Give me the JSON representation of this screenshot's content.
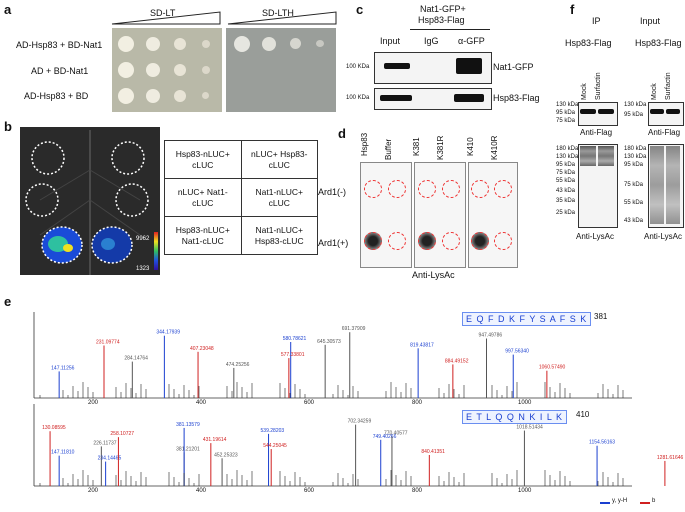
{
  "panels": {
    "a": "a",
    "b": "b",
    "c": "c",
    "d": "d",
    "e": "e",
    "f": "f"
  },
  "panel_a": {
    "col1": "SD-LT",
    "col2": "SD-LTH",
    "rows": [
      "AD-Hsp83 + BD-Nat1",
      "AD + BD-Nat1",
      "AD-Hsp83 + BD"
    ]
  },
  "panel_b": {
    "scale_max": "9962",
    "scale_min": "1323",
    "table": [
      [
        "Hsp83-nLUC+ cLUC",
        "nLUC+ Hsp83-cLUC"
      ],
      [
        "nLUC+ Nat1-cLUC",
        "Nat1-nLUC+ cLUC"
      ],
      [
        "Hsp83-nLUC+ Nat1-cLUC",
        "Nat1-nLUC+ Hsp83-cLUC"
      ]
    ]
  },
  "panel_c": {
    "header1": "Nat1-GFP+",
    "header2": "Hsp83-Flag",
    "input": "Input",
    "igg": "IgG",
    "agfp": "α-GFP",
    "mw1": "100 KDa",
    "mw2": "100 KDa",
    "row1": "Nat1-GFP",
    "row2": "Hsp83-Flag"
  },
  "panel_d": {
    "cols": [
      "Hsp83",
      "Buffer",
      "K381",
      "K381R",
      "K410",
      "K410R"
    ],
    "row1": "Ard1(-)",
    "row2": "Ard1(+)",
    "bottom": "Anti-LysAc"
  },
  "panel_e": {
    "site1": "381",
    "site2": "410",
    "seq1": "E Q F D K F Y S A F S K",
    "seq2": "E T L Q Q N K I L K",
    "top_peaks": [
      "147.11256",
      "231.09774",
      "284.14764",
      "344.17939",
      "407.23048",
      "474.25256",
      "580.78621",
      "577.33801",
      "691.37909",
      "819.43817",
      "884.49152",
      "947.49786",
      "997.56340",
      "1060.57490",
      "645.30573"
    ],
    "bottom_peaks": [
      "147.11810",
      "130.08595",
      "226.11737",
      "234.14465",
      "258.10727",
      "381.21201",
      "381.13579",
      "431.19614",
      "452.25323",
      "539.28203",
      "544.25045",
      "702.34259",
      "749.40266",
      "840.41351",
      "1018.51434",
      "1154.56163",
      "1281.61646",
      "770.40577"
    ],
    "x_ticks": [
      "200",
      "400",
      "600",
      "800",
      "1000"
    ],
    "legend_y": "y, y-H",
    "legend_b": "b"
  },
  "panel_f": {
    "ip": "IP",
    "input": "Input",
    "hsp": "Hsp83-Flag",
    "mock": "Mock",
    "surf": "Surfactin",
    "anti_flag": "Anti-Flag",
    "anti_lysac": "Anti-LysAc",
    "mw_ip_top": [
      "130 kDa",
      "95 kDa",
      "75 kDa"
    ],
    "mw_in_top": [
      "130 kDa",
      "95 kDa"
    ],
    "mw_ip_bot": [
      "180 kDa",
      "130 kDa",
      "95 kDa",
      "75 kDa",
      "55 kDa",
      "43 kDa",
      "35 kDa",
      "25 kDa"
    ],
    "mw_in_bot": [
      "180 kDa",
      "130 kDa",
      "95 kDa",
      "75 kDa",
      "55 kDa",
      "43 kDa"
    ]
  }
}
